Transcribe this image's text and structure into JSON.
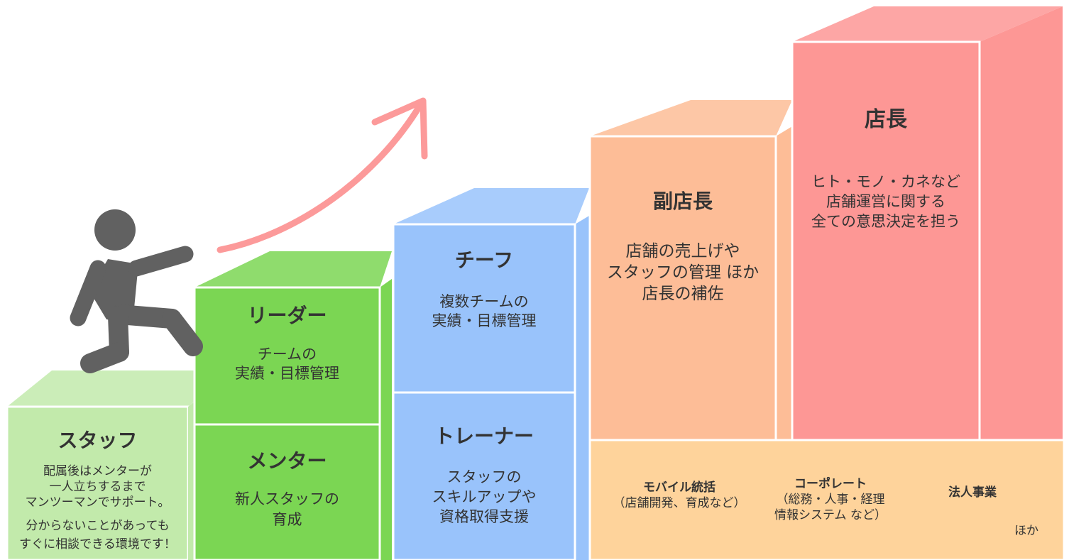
{
  "colors": {
    "staff": "#c2eaab",
    "green": "#7bd653",
    "blue": "#99c3fb",
    "orange": "#fdbd97",
    "red": "#fd9795",
    "base": "#fed39b",
    "figure": "#616161",
    "arrow": "#fc9a9a"
  },
  "icons": [
    "person-running-icon",
    "arrow-up-right-icon"
  ],
  "staff": {
    "title": "スタッフ",
    "desc1": [
      "配属後はメンターが",
      "一人立ちするまで",
      "マンツーマンでサポート。"
    ],
    "desc2": [
      "分からないことがあっても",
      "すぐに相談できる環境です！"
    ]
  },
  "leader": {
    "title": "リーダー",
    "desc": [
      "チームの",
      "実績・目標管理"
    ]
  },
  "mentor": {
    "title": "メンター",
    "desc": [
      "新人スタッフの",
      "育成"
    ]
  },
  "chief": {
    "title": "チーフ",
    "desc": [
      "複数チームの",
      "実績・目標管理"
    ]
  },
  "trainer": {
    "title": "トレーナー",
    "desc": [
      "スタッフの",
      "スキルアップや",
      "資格取得支援"
    ]
  },
  "vice_manager": {
    "title": "副店長",
    "desc": [
      "店舗の売上げや",
      "スタッフの管理 ほか",
      "店長の補佐"
    ]
  },
  "manager": {
    "title": "店長",
    "desc": [
      "ヒト・モノ・カネなど",
      "店舗運営に関する",
      "全ての意思決定を担う"
    ]
  },
  "corporate": {
    "mobile": {
      "title": "モバイル統括",
      "desc": "（店舗開発、育成など）"
    },
    "corporate": {
      "title": "コーポレート",
      "desc": [
        "（総務・人事・経理",
        "情報システム など）"
      ]
    },
    "business": {
      "title": "法人事業"
    },
    "etc": "ほか"
  }
}
